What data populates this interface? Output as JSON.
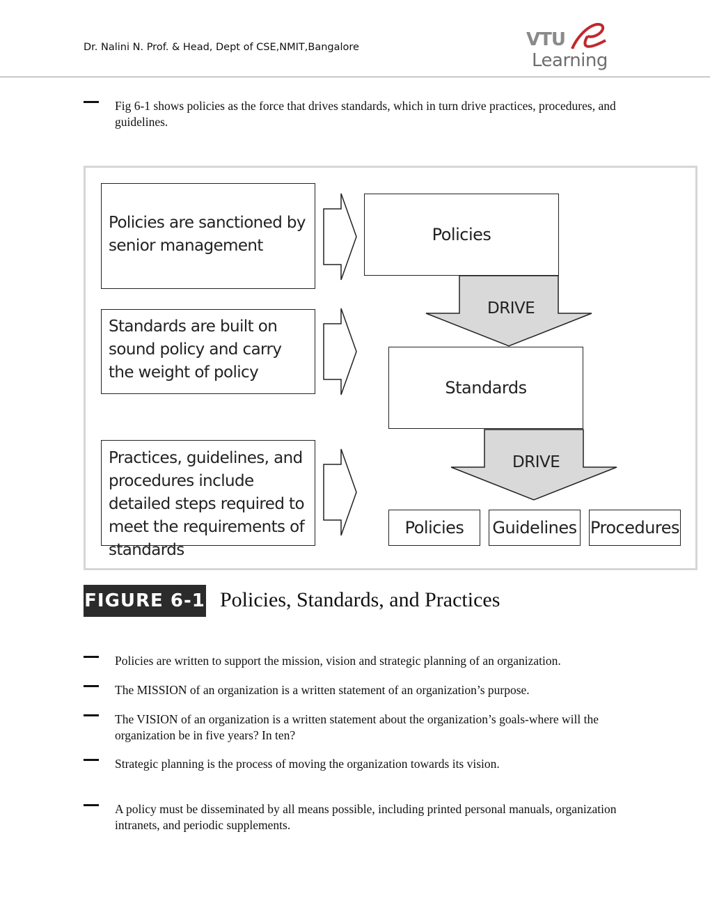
{
  "header": {
    "author_line": "Dr. Nalini N. Prof. & Head, Dept of CSE,NMIT,Bangalore",
    "logo_top": "VTU",
    "logo_letter": "e",
    "logo_bottom": "Learning"
  },
  "intro_bullet": "Fig 6-1 shows policies as the force that drives standards, which in turn drive practices, procedures, and guidelines.",
  "figure": {
    "left_boxes": [
      "Policies are sanctioned by senior management",
      "Standards are built on sound policy and carry the weight of policy",
      "Practices, guidelines, and procedures include detailed steps required to meet the requirements of standards"
    ],
    "top_box": "Policies",
    "middle_box": "Standards",
    "arrow_label_1": "DRIVE",
    "arrow_label_2": "DRIVE",
    "bottom_boxes": [
      "Policies",
      "Guidelines",
      "Procedures"
    ],
    "caption_label": "FIGURE 6-1",
    "caption_title": "Policies, Standards, and Practices",
    "colors": {
      "arrow_fill": "#d9d9d9",
      "frame": "#d6d6d6",
      "caption_bg": "#2b2b2b"
    }
  },
  "bullets": [
    "Policies are written to support the mission, vision and strategic planning of an organization.",
    "The MISSION of an organization is a written statement of an organization’s purpose.",
    "The VISION of an organization is a written statement about the organization’s goals-where will the organization be in five years? In ten?",
    "Strategic planning is the process of moving the organization towards its vision.",
    "A policy must be disseminated by all means possible, including printed personal manuals, organization intranets, and periodic supplements."
  ]
}
